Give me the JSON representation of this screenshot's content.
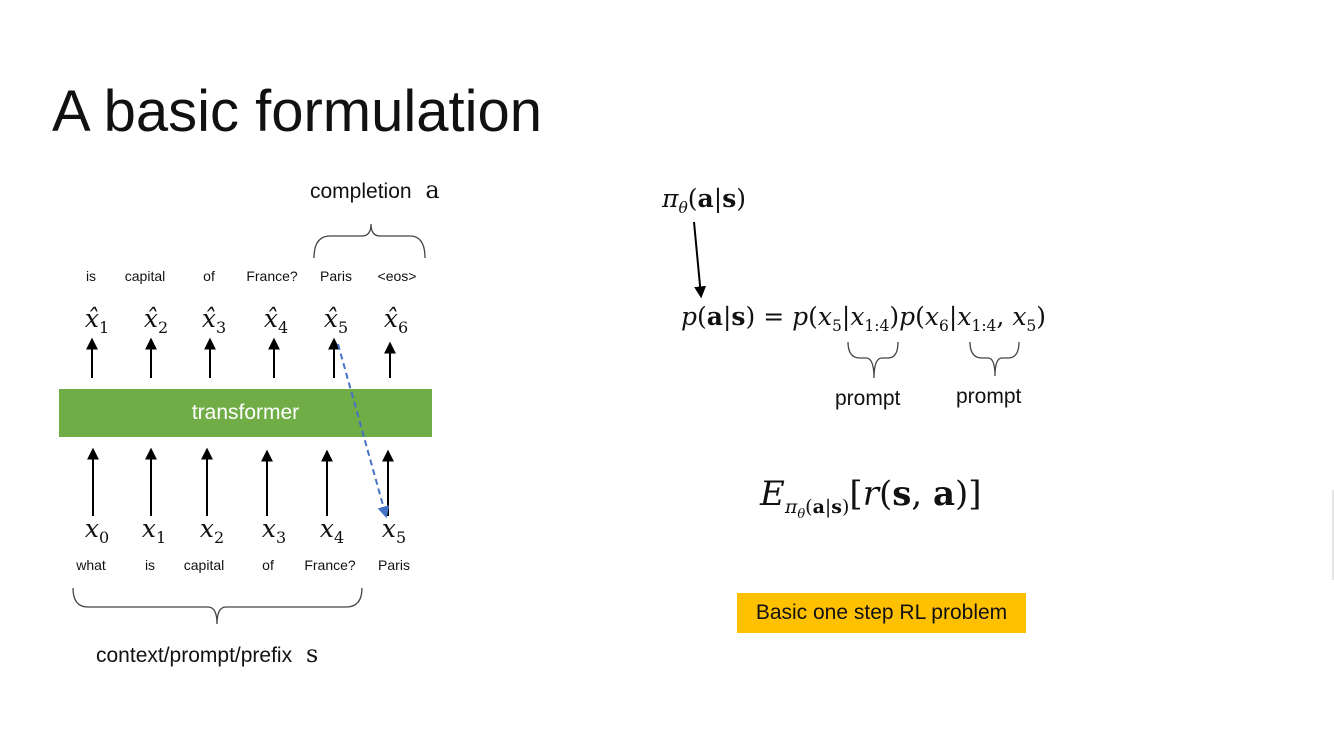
{
  "slide": {
    "title": "A basic formulation"
  },
  "diagram": {
    "completion_label": "completion",
    "completion_symbol": "a",
    "output_tokens": [
      "is",
      "capital",
      "of",
      "France?",
      "Paris",
      "<eos>"
    ],
    "output_symbols": [
      "1",
      "2",
      "3",
      "4",
      "5",
      "6"
    ],
    "transformer_label": "transformer",
    "input_symbols": [
      "0",
      "1",
      "2",
      "3",
      "4",
      "5"
    ],
    "input_tokens": [
      "what",
      "is",
      "capital",
      "of",
      "France?",
      "Paris"
    ],
    "context_label": "context/prompt/prefix",
    "context_symbol": "s"
  },
  "equations": {
    "policy": {
      "pi": "π",
      "theta": "θ",
      "a": "a",
      "s": "s"
    },
    "factorization": {
      "x5": "5",
      "x6": "6",
      "range": "1:4"
    },
    "prompt_label_1": "prompt",
    "prompt_label_2": "prompt",
    "expectation": {
      "E": "E",
      "r": "r"
    }
  },
  "badge": {
    "label": "Basic one step RL problem"
  },
  "colors": {
    "transformer": "#70ad47",
    "badge": "#ffc000",
    "dashed_arrow": "#4472c4"
  }
}
